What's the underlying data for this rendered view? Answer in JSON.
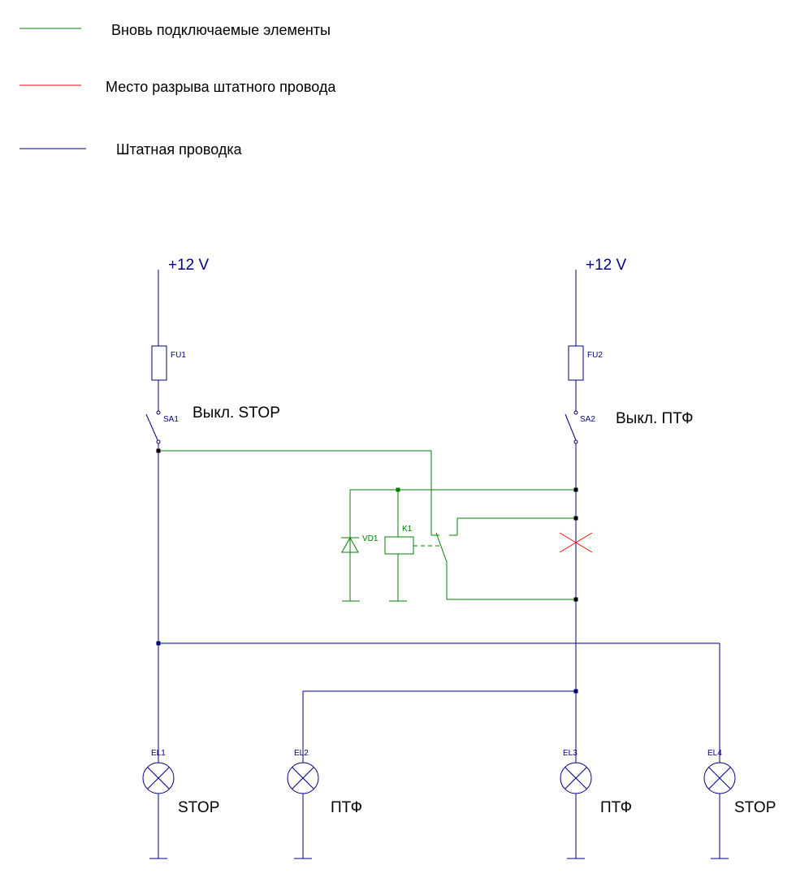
{
  "colors": {
    "new": "#008000",
    "break": "#ff0000",
    "std": "#000080",
    "text": "#000000"
  },
  "legend": [
    {
      "label": "Вновь подключаемые элементы",
      "color": "#008000"
    },
    {
      "label": "Место разрыва штатного провода",
      "color": "#ff0000"
    },
    {
      "label": "Штатная проводка",
      "color": "#000080"
    }
  ],
  "power": {
    "left": "+12 V",
    "right": "+12 V"
  },
  "fuses": {
    "fu1": "FU1",
    "fu2": "FU2"
  },
  "switches": {
    "sa1": "SA1",
    "sa2": "SA2",
    "sa1_label": "Выкл. STOP",
    "sa2_label": "Выкл. ПТФ"
  },
  "relay": {
    "k1": "K1",
    "vd1": "VD1"
  },
  "lamps": [
    {
      "ref": "EL1",
      "label": "STOP"
    },
    {
      "ref": "EL2",
      "label": "ПТФ"
    },
    {
      "ref": "EL3",
      "label": "ПТФ"
    },
    {
      "ref": "EL4",
      "label": "STOP"
    }
  ]
}
